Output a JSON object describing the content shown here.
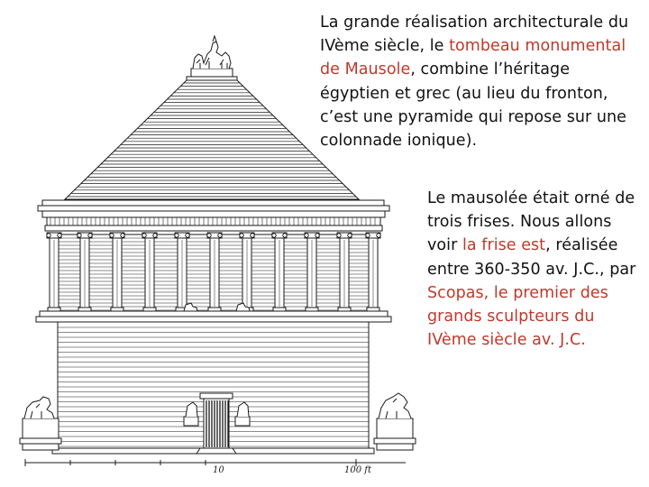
{
  "paragraph_1": {
    "intro": "La grande réalisation architecturale du IVème siècle, le ",
    "highlight": "tombeau monumental de Mausole",
    "rest": ", combine l’héritage égyptien et grec (au lieu du fronton, c’est une pyramide qui repose sur une colonnade ionique)."
  },
  "paragraph_2": {
    "intro": "Le mausolée était orné de trois frises. Nous allons voir ",
    "highlight_1": "la frise est",
    "middle": ", réalisée  entre 360-350 av. J.C., par ",
    "highlight_2": "Scopas, le premier des grands sculpteurs du IVème siècle av. J.C."
  },
  "figure": {
    "scale_labels": [
      "10",
      "100 ft"
    ]
  },
  "colors": {
    "text": "#111111",
    "highlight": "#c0392b",
    "line_art": "#1a1a1a"
  }
}
